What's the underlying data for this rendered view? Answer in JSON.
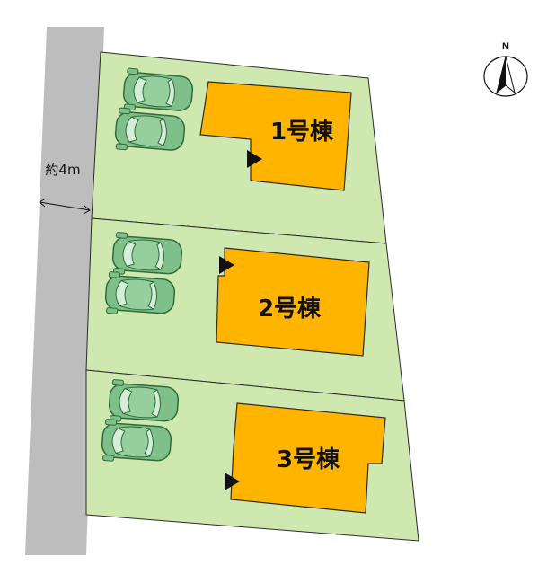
{
  "road": {
    "width_label": "約4m"
  },
  "north": {
    "label": "N"
  },
  "lots": [
    {
      "building_label": "1号棟",
      "cars": 2
    },
    {
      "building_label": "2号棟",
      "cars": 2
    },
    {
      "building_label": "3号棟",
      "cars": 2
    }
  ],
  "colors": {
    "road": "#bdbdbd",
    "lot": "#cfe8b0",
    "building": "#ffb400",
    "car": "#7fc08a",
    "outline": "#2b2b2b"
  }
}
